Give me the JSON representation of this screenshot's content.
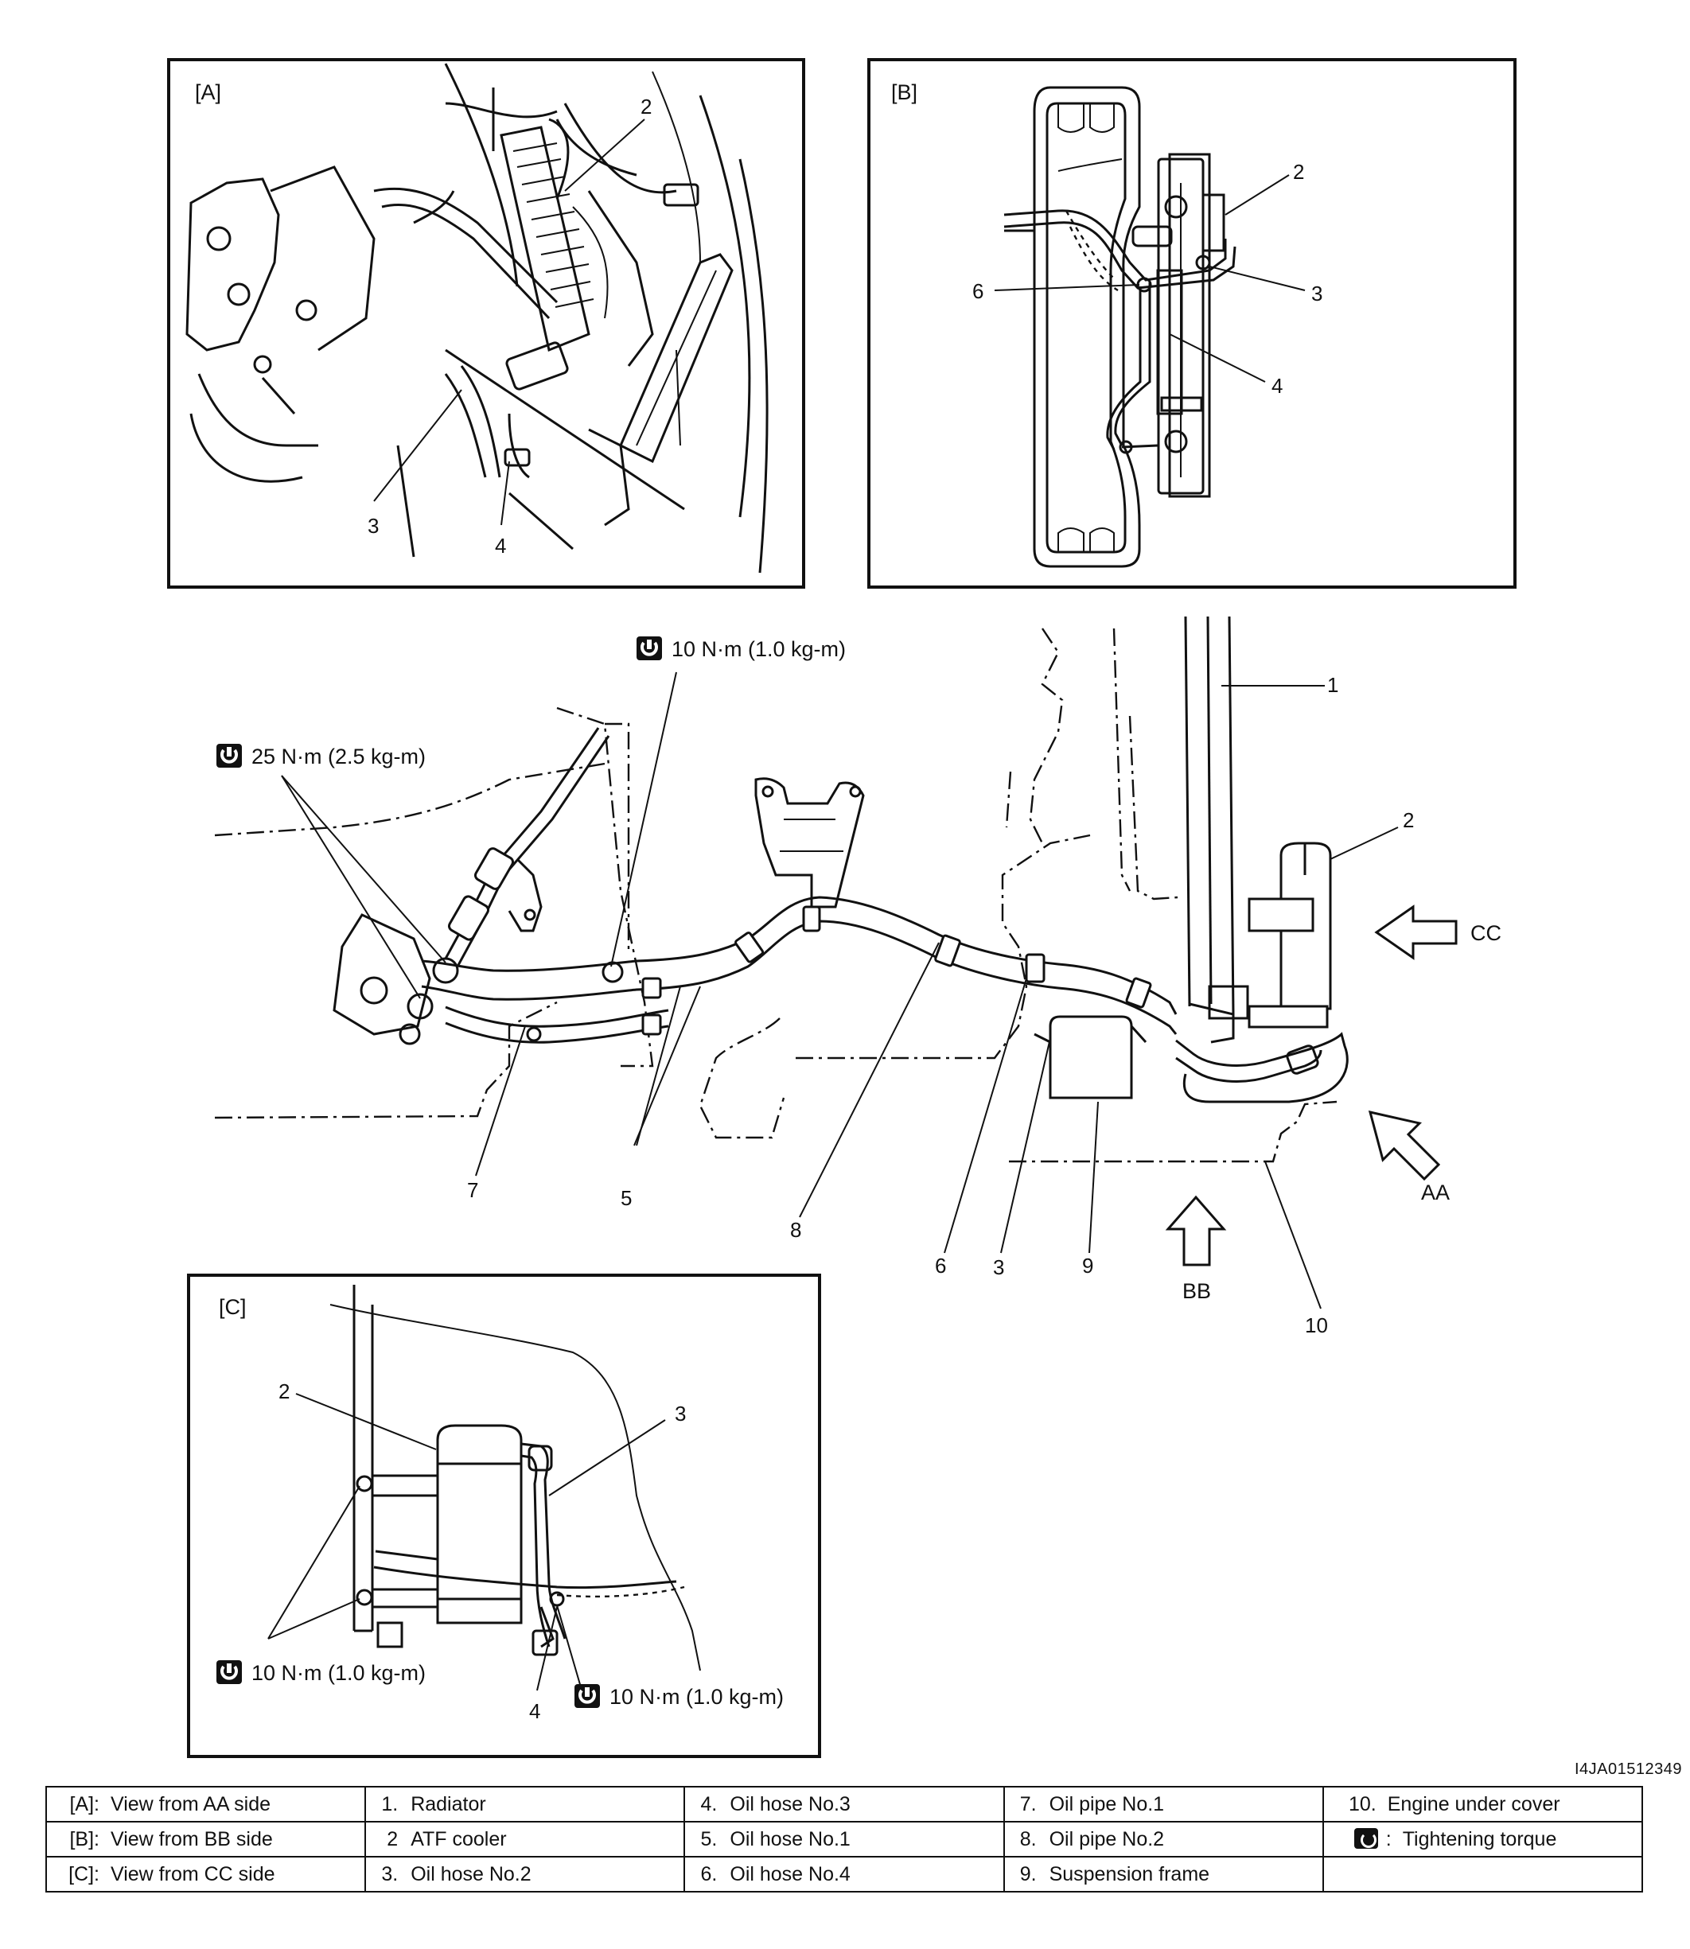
{
  "views": {
    "a": {
      "tag": "[A]",
      "callouts": [
        "2",
        "3",
        "4"
      ]
    },
    "b": {
      "tag": "[B]",
      "callouts": [
        "2",
        "6",
        "3",
        "4"
      ]
    },
    "c": {
      "tag": "[C]",
      "callouts": [
        "2",
        "3",
        "4"
      ],
      "torque_left": "10 N·m (1.0 kg-m)",
      "torque_right": "10 N·m (1.0 kg-m)"
    }
  },
  "main": {
    "torque_25": "25 N·m (2.5 kg-m)",
    "torque_10": "10 N·m (1.0 kg-m)",
    "callouts": [
      "1",
      "2",
      "7",
      "5",
      "8",
      "6",
      "3",
      "9",
      "10"
    ],
    "arrows": {
      "cc": "CC",
      "aa": "AA",
      "bb": "BB"
    }
  },
  "reference_code": "I4JA01512349",
  "legend": [
    [
      {
        "key": "[A]:",
        "text": "View from AA side"
      },
      {
        "key": "1.",
        "text": "Radiator"
      },
      {
        "key": "4.",
        "text": "Oil hose No.3"
      },
      {
        "key": "7.",
        "text": "Oil pipe No.1"
      },
      {
        "key": "10.",
        "text": "Engine under cover"
      }
    ],
    [
      {
        "key": "[B]:",
        "text": "View from BB side"
      },
      {
        "key": "2",
        "text": "ATF cooler"
      },
      {
        "key": "5.",
        "text": "Oil hose No.1"
      },
      {
        "key": "8.",
        "text": "Oil pipe No.2"
      },
      {
        "key": ":",
        "text": "Tightening torque"
      }
    ],
    [
      {
        "key": "[C]:",
        "text": "View from CC side"
      },
      {
        "key": "3.",
        "text": "Oil hose No.2"
      },
      {
        "key": "6.",
        "text": "Oil hose No.4"
      },
      {
        "key": "9.",
        "text": "Suspension frame"
      },
      {
        "key": "",
        "text": ""
      }
    ]
  ],
  "icons": {
    "torque": "torque-wrench-icon",
    "view_arrow": "view-direction-arrow-icon"
  }
}
